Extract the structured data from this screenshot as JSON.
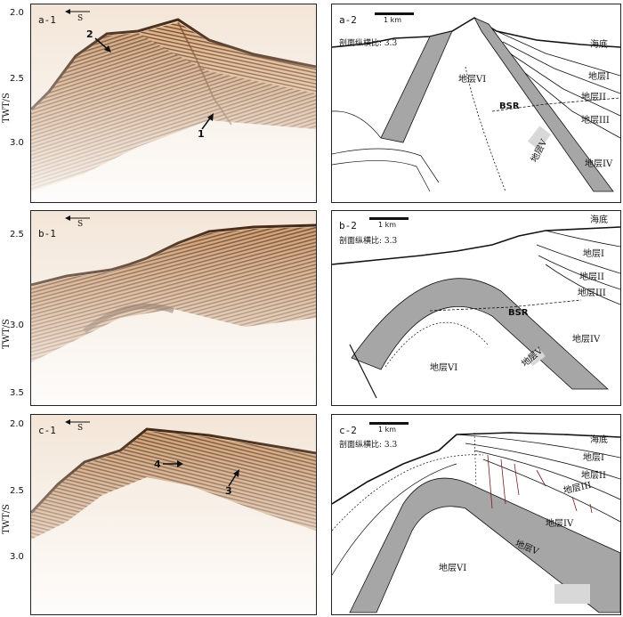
{
  "axis": {
    "title": "TWT/S",
    "row_a_ticks": [
      "2.0",
      "2.5",
      "3.0"
    ],
    "row_b_ticks": [
      "2.5",
      "3.0",
      "3.5"
    ],
    "row_c_ticks": [
      "2.0",
      "2.5",
      "3.0"
    ]
  },
  "direction_label": "S",
  "scale_label": "1 km",
  "ratio_text": "剖面纵横比: 3.3",
  "seafloor_label": "海底",
  "bsr_label": "BSR",
  "layers": {
    "l1": "地层I",
    "l2": "地层II",
    "l3": "地层III",
    "l4": "地层IV",
    "l5": "地层V",
    "l6": "地层VI"
  },
  "panels": {
    "a1": {
      "label": "a-1",
      "arrows": [
        "2",
        "1"
      ]
    },
    "a2": {
      "label": "a-2"
    },
    "b1": {
      "label": "b-1"
    },
    "b2": {
      "label": "b-2"
    },
    "c1": {
      "label": "c-1",
      "arrows": [
        "4",
        "3"
      ]
    },
    "c2": {
      "label": "c-2"
    }
  },
  "colors": {
    "seismic_dark": "#6b3510",
    "seismic_mid": "#b87a45",
    "seismic_light": "#ecd8c2",
    "layer_fill": "#a6a6a6"
  }
}
